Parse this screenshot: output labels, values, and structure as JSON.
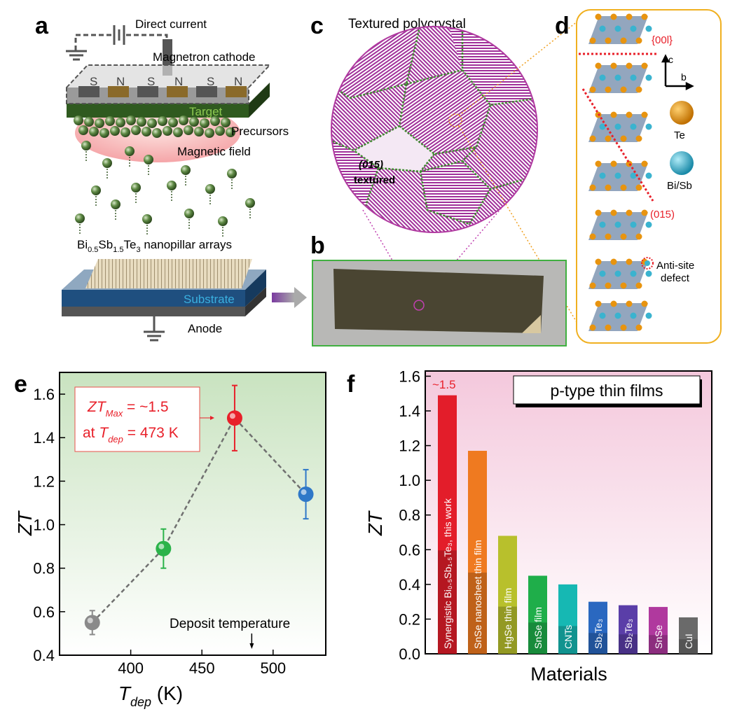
{
  "panel_a": {
    "label": "a",
    "direct_current": "Direct current",
    "magnetron_cathode": "Magnetron cathode",
    "magnets": [
      "S",
      "N",
      "S",
      "N",
      "S",
      "N"
    ],
    "target": "Target",
    "precursors": "Precursors",
    "magnetic_field": "Magnetic field",
    "nanopillar": {
      "el1": "Bi",
      "sub1": "0.5",
      "el2": "Sb",
      "sub2": "1.5",
      "el3": "Te",
      "sub3": "3",
      "rest": " nanopillar arrays"
    },
    "substrate": "Substrate",
    "anode": "Anode"
  },
  "panel_b": {
    "label": "b"
  },
  "panel_c": {
    "label": "c",
    "title": "Textured polycrystal",
    "grain_label_1": "(015)",
    "grain_label_2": "textured"
  },
  "panel_d": {
    "label": "d",
    "plane_00l": "{00l}",
    "plane_015": "(015)",
    "axis_c": "c",
    "axis_b": "b",
    "legend_te": "Te",
    "legend_bisb": "Bi/Sb",
    "defect_1": "Anti-site",
    "defect_2": "defect",
    "colors": {
      "te": "#e8940f",
      "bisb": "#3ab3cf",
      "plane": "#e8202a"
    }
  },
  "chart_data": [
    {
      "type": "scatter",
      "panel_label": "e",
      "xlabel": "T",
      "xlabel_sub": "dep",
      "xlabel_unit": " (K)",
      "ylabel": "ZT",
      "xlim": [
        350,
        537
      ],
      "ylim": [
        0.4,
        1.7
      ],
      "xticks": [
        400,
        450,
        500
      ],
      "yticks": [
        "0.4",
        "0.6",
        "0.8",
        "1.0",
        "1.2",
        "1.4",
        "1.6"
      ],
      "points": [
        {
          "x": 373,
          "y": 0.55,
          "err": 0.055,
          "color": "#8a8a8a"
        },
        {
          "x": 423,
          "y": 0.89,
          "err": 0.09,
          "color": "#2bb34a"
        },
        {
          "x": 473,
          "y": 1.49,
          "err": 0.15,
          "color": "#e8202a"
        },
        {
          "x": 523,
          "y": 1.14,
          "err": 0.113,
          "color": "#2f78c8"
        }
      ],
      "annotation": {
        "line1_a": "ZT",
        "line1_sub": "Max",
        "line1_b": " = ~1.5",
        "line2_a": "at ",
        "line2_t": "T",
        "line2_sub": "dep",
        "line2_b": " = 473 K"
      },
      "marker_label": "Deposit temperature",
      "marker_x": 485
    },
    {
      "type": "bar",
      "panel_label": "f",
      "title": "p-type thin films",
      "xlabel": "Materials",
      "ylabel": "ZT",
      "ylim": [
        0,
        1.63
      ],
      "yticks": [
        "0.0",
        "0.2",
        "0.4",
        "0.6",
        "0.8",
        "1.0",
        "1.2",
        "1.4",
        "1.6"
      ],
      "peak_label": "~1.5",
      "categories": [
        "Synergistic Bi0.5Sb1.5Te3, this work",
        "SnSe nanosheet thin film",
        "HgSe thin film",
        "SnSe film",
        "CNTs",
        "Sb2Te3",
        "Sb2Te3",
        "SnSe",
        "CuI"
      ],
      "bar_labels": [
        "Synergistic  Bi₀.₅Sb₁.₅Te₃, this work",
        "SnSe nanosheet thin film",
        "HgSe thin film",
        "SnSe film",
        "CNTs",
        "Sb₂Te₃",
        "Sb₂Te₃",
        "SnSe",
        "CuI"
      ],
      "values": [
        1.49,
        1.17,
        0.68,
        0.45,
        0.4,
        0.3,
        0.28,
        0.27,
        0.21
      ],
      "colors": [
        "#e31d2a",
        "#ef7a20",
        "#b8c02c",
        "#1fae4a",
        "#16b8b3",
        "#2a68c0",
        "#5a3ea8",
        "#b0399e",
        "#6a6a6a"
      ]
    }
  ]
}
